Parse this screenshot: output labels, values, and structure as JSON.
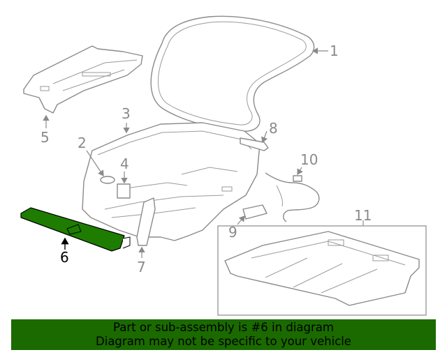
{
  "callouts": {
    "c1": "1",
    "c2": "2",
    "c3": "3",
    "c4": "4",
    "c5": "5",
    "c6": "6",
    "c7": "7",
    "c8": "8",
    "c9": "9",
    "c10": "10",
    "c11": "11"
  },
  "highlight_part": "6",
  "banner": {
    "line1": "Part or sub-assembly is #6 in diagram",
    "line2": "Diagram may not be specific to your vehicle"
  },
  "colors": {
    "highlight_fill": "#1e7d00",
    "banner_bg": "#1a6a00",
    "line_gray": "#8a8a8a"
  }
}
